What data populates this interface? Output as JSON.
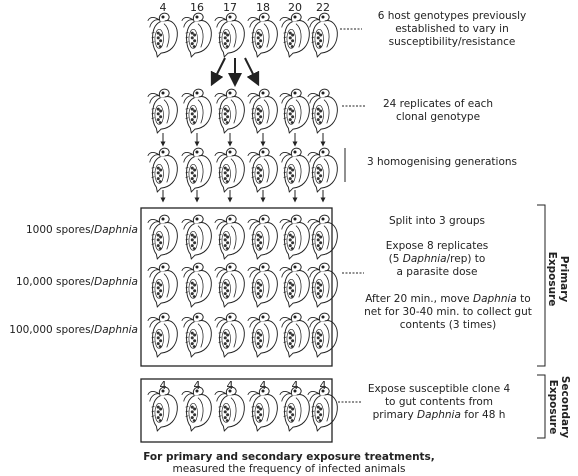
{
  "genotypes": [
    "4",
    "16",
    "17",
    "18",
    "20",
    "22"
  ],
  "secondary_labels": [
    "4",
    "4",
    "4",
    "4",
    "4",
    "4"
  ],
  "steps": {
    "genotypes_note": "6 host genotypes previously established to vary in susceptibility/resistance",
    "replicates_note": "24 replicates of each clonal genotype",
    "homogenising_note": "3 homogenising generations"
  },
  "primary": {
    "dose_labels": [
      {
        "value": "1000 spores/",
        "species": "Daphnia"
      },
      {
        "value": "10,000 spores/",
        "species": "Daphnia"
      },
      {
        "value": "100,000 spores/",
        "species": "Daphnia"
      }
    ],
    "note_split": "Split into 3 groups",
    "note_expose_1": "Expose 8 replicates",
    "note_expose_2a": "(5 ",
    "note_expose_2b": "Daphnia",
    "note_expose_2c": "/rep) to",
    "note_expose_3": "a parasite dose",
    "note_after_1a": "After 20 min., move ",
    "note_after_1b": "Daphnia",
    "note_after_1c": " to",
    "note_after_2": "net for 30-40 min. to collect gut",
    "note_after_3": "contents (3 times)",
    "side_label_1": "Primary",
    "side_label_2": "Exposure"
  },
  "secondary": {
    "note_1": "Expose susceptible clone 4",
    "note_2": "to gut contents from",
    "note_3a": "primary ",
    "note_3b": "Daphnia",
    "note_3c": " for 48 h",
    "side_label_1": "Secondary",
    "side_label_2": "Exposure"
  },
  "footer": {
    "line1": "For primary and secondary exposure treatments,",
    "line2": "measured the frequency of infected animals"
  }
}
